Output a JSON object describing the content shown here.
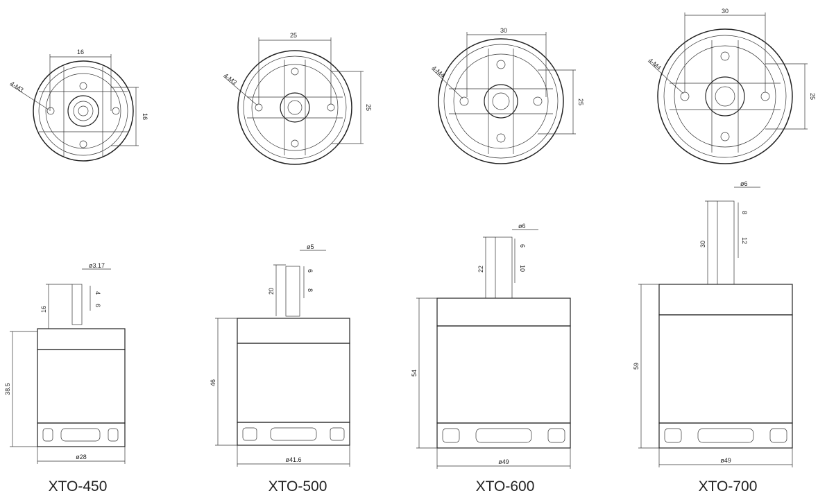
{
  "motors": [
    {
      "model": "XTO-450",
      "top": {
        "mount": "4-M3",
        "spacing_w": "16",
        "spacing_h": "16"
      },
      "side": {
        "shaft_d": "ø3.17",
        "shaft_len": "16",
        "flat_a": "4",
        "flat_b": "6",
        "height": "38.5",
        "diameter": "ø28"
      }
    },
    {
      "model": "XTO-500",
      "top": {
        "mount": "4-M3",
        "spacing_w": "25",
        "spacing_h": "25"
      },
      "side": {
        "shaft_d": "ø5",
        "shaft_len": "20",
        "flat_a": "6",
        "flat_b": "8",
        "height": "46",
        "diameter": "ø41.6"
      }
    },
    {
      "model": "XTO-600",
      "top": {
        "mount": "4-M4",
        "spacing_w": "30",
        "spacing_h": "25"
      },
      "side": {
        "shaft_d": "ø6",
        "shaft_len": "22",
        "flat_a": "6",
        "flat_b": "10",
        "height": "54",
        "diameter": "ø49"
      }
    },
    {
      "model": "XTO-700",
      "top": {
        "mount": "4-M4",
        "spacing_w": "30",
        "spacing_h": "25"
      },
      "side": {
        "shaft_d": "ø6",
        "shaft_len": "30",
        "flat_a": "8",
        "flat_b": "12",
        "height": "59",
        "diameter": "ø49"
      }
    }
  ]
}
